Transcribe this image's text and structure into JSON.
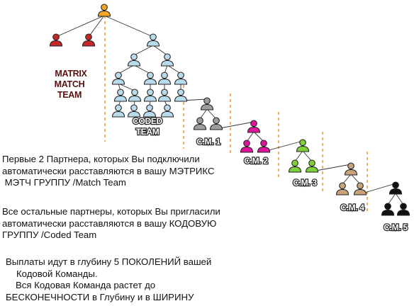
{
  "labels": {
    "matrix_line1": "MATRIX",
    "matrix_line2": "MATCH",
    "matrix_line3": "TEAM",
    "coded_line1": "CODED",
    "coded_line2": "TEAM",
    "cm1": "C.M. 1",
    "cm2": "C.M. 2",
    "cm3": "C.M. 3",
    "cm4": "C.M. 4",
    "cm5": "C.M. 5"
  },
  "text": {
    "para1": [
      "Первые 2 Партнера, которых Вы подключили",
      "автоматически расставляются в вашу МЭТРИКС",
      " МЭТЧ ГРУППУ /Match Team"
    ],
    "para2": [
      "Все остальные партнеры, которых Вы пригласили",
      "автоматически расставляются в вашу КОДОВУЮ",
      "ГРУППУ /Coded Team"
    ],
    "para3": [
      "Выплаты идут в глубину 5 ПОКОЛЕНИЙ вашей",
      "Кодовой Команды.",
      "Вся Кодовая Команда растет до",
      "БЕСКОНЕЧНОСТИ в Глубину и в ШИРИНУ"
    ]
  },
  "colors": {
    "root": "#f5a623",
    "matrix": "#c62828",
    "coded": "#b9dcec",
    "cm1": "#9e9e9e",
    "cm2": "#e0149a",
    "cm3": "#7fd13b",
    "cm4": "#c8a27a",
    "cm5": "#111111",
    "divider": "#f0a030"
  }
}
